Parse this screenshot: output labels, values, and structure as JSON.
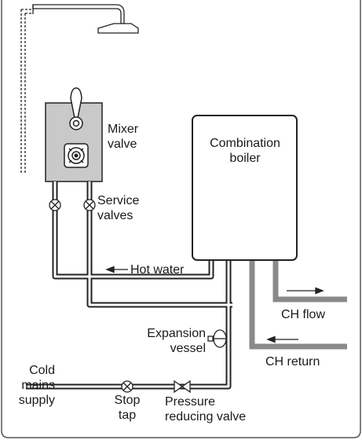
{
  "labels": {
    "mixer_valve": [
      "Mixer",
      "valve"
    ],
    "combination_boiler": [
      "Combination",
      "boiler"
    ],
    "service_valves": [
      "Service",
      "valves"
    ],
    "hot_water": "Hot water",
    "ch_flow": "CH flow",
    "ch_return": "CH return",
    "expansion_vessel": [
      "Expansion",
      "vessel"
    ],
    "cold_mains_supply": [
      "Cold",
      "mains",
      "supply"
    ],
    "stop_tap": [
      "Stop",
      "tap"
    ],
    "pressure_reducing_valve": [
      "Pressure",
      "reducing valve"
    ]
  },
  "colors": {
    "line": "#222222",
    "valve_body": "#c9c9c9",
    "ch_pipe": "#8a8a8a",
    "frame": "#555555"
  }
}
